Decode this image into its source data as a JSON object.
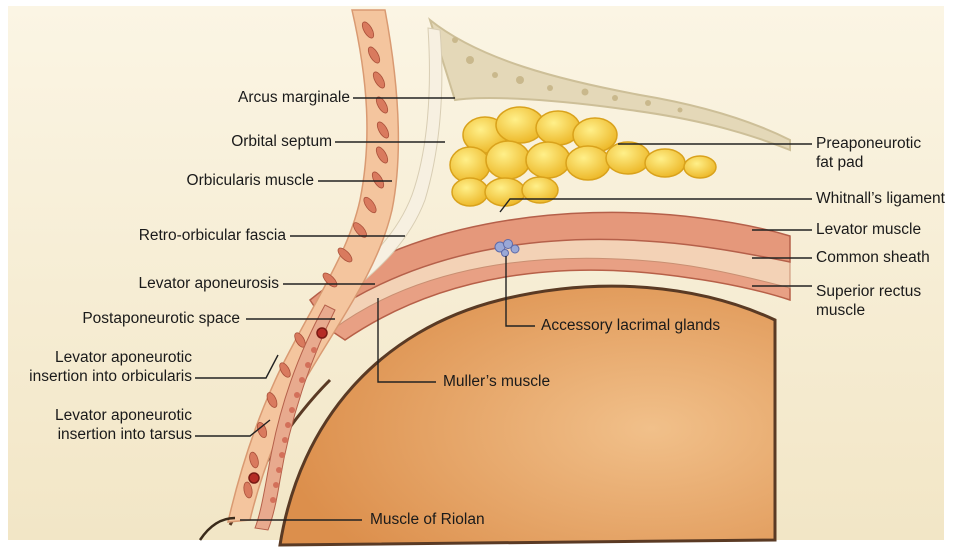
{
  "labels": {
    "arcus_marginale": "Arcus marginale",
    "orbital_septum": "Orbital septum",
    "orbicularis_muscle": "Orbicularis muscle",
    "retro_orbicular_fascia": "Retro-orbicular fascia",
    "levator_aponeurosis": "Levator aponeurosis",
    "postaponeurotic_space": "Postaponeurotic space",
    "insertion_orbicularis": "Levator aponeurotic\ninsertion into orbicularis",
    "insertion_tarsus": "Levator aponeurotic\ninsertion into tarsus",
    "muscle_of_riolan": "Muscle of Riolan",
    "mullers_muscle": "Muller’s muscle",
    "accessory_lacrimal_glands": "Accessory lacrimal glands",
    "preaponeurotic_fat_pad": "Preaponeurotic\nfat pad",
    "whitnalls_ligament": "Whitnall’s ligament",
    "levator_muscle": "Levator muscle",
    "common_sheath": "Common sheath",
    "superior_rectus_muscle": "Superior rectus\nmuscle"
  },
  "colors": {
    "background": "#f7efd9",
    "skin": "#f3c8a2",
    "muscle": "#e4977a",
    "muscle_dark": "#c8604c",
    "globe": "#e7a566",
    "fat": "#f5d03c",
    "bone": "#e6dcc0",
    "line": "#222222"
  }
}
